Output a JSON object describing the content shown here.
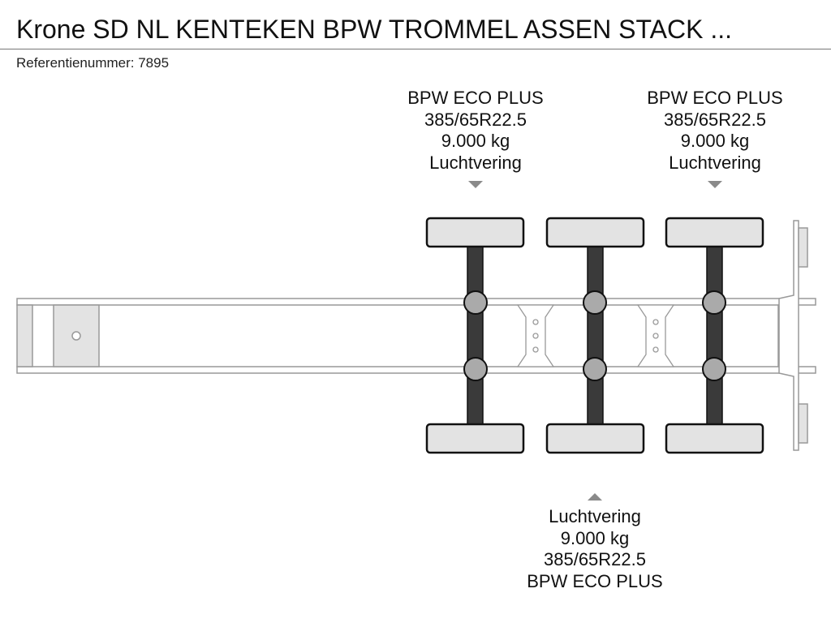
{
  "header": {
    "title": "Krone SD NL KENTEKEN BPW TROMMEL ASSEN STACK ...",
    "reference": "Referentienummer: 7895"
  },
  "axles": [
    {
      "brand": "BPW ECO PLUS",
      "tire": "385/65R22.5",
      "load": "9.000 kg",
      "suspension": "Luchtvering",
      "label_side": "top"
    },
    {
      "brand": "BPW ECO PLUS",
      "tire": "385/65R22.5",
      "load": "9.000 kg",
      "suspension": "Luchtvering",
      "label_side": "bottom"
    },
    {
      "brand": "BPW ECO PLUS",
      "tire": "385/65R22.5",
      "load": "9.000 kg",
      "suspension": "Luchtvering",
      "label_side": "top"
    }
  ],
  "colors": {
    "axle_beam": "#3a3a3a",
    "wheel_fill": "#e3e3e3",
    "hub_fill": "#aaaaaa",
    "frame_stroke": "#999999",
    "marker": "#8a8a8a"
  }
}
